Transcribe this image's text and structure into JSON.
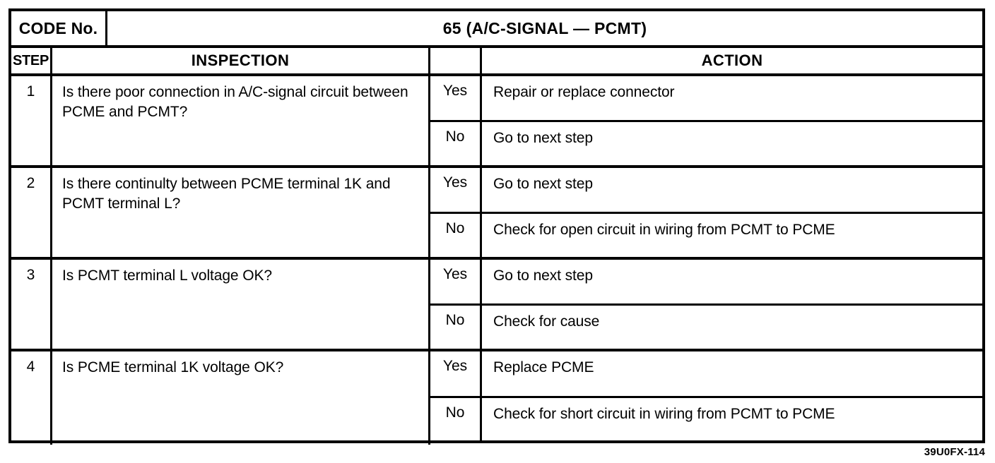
{
  "document": {
    "code_label": "CODE No.",
    "code_title": "65 (A/C-SIGNAL — PCMT)",
    "reference": "39U0FX-114"
  },
  "columns": {
    "step": "STEP",
    "inspection": "INSPECTION",
    "action": "ACTION"
  },
  "answers": {
    "yes": "Yes",
    "no": "No"
  },
  "steps": [
    {
      "number": "1",
      "inspection": "Is there poor connection in A/C-signal circuit between PCME and PCMT?",
      "yes_action": "Repair or replace connector",
      "no_action": "Go to next step"
    },
    {
      "number": "2",
      "inspection": "Is there continulty between PCME terminal 1K and PCMT terminal L?",
      "yes_action": "Go to next step",
      "no_action": "Check for open circuit in wiring from PCMT to PCME"
    },
    {
      "number": "3",
      "inspection": "Is PCMT terminal L voltage OK?",
      "yes_action": "Go to next step",
      "no_action": "Check for cause"
    },
    {
      "number": "4",
      "inspection": "Is PCME terminal 1K voltage OK?",
      "yes_action": "Replace PCME",
      "no_action": "Check for short circuit in wiring from PCMT to PCME"
    }
  ]
}
